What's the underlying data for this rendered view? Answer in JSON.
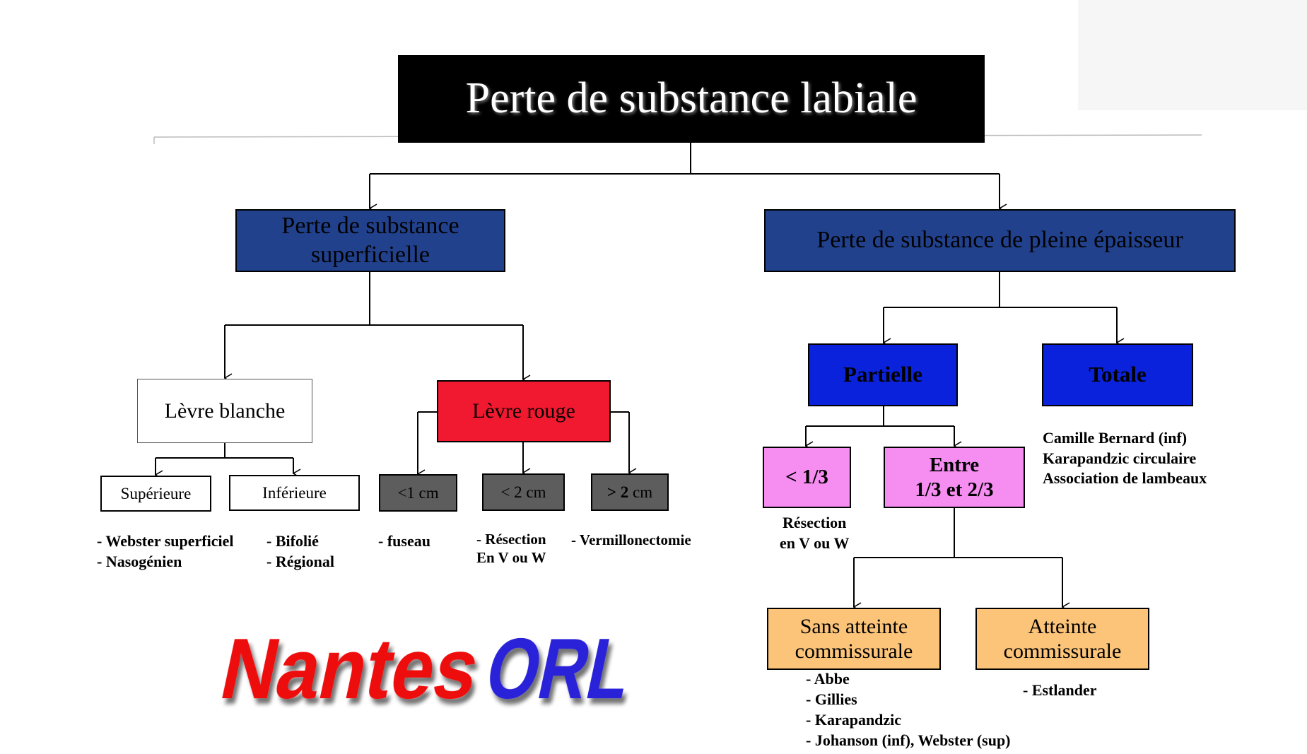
{
  "title": "Perte de substance labiale",
  "superficielle": {
    "line1": "Perte de substance",
    "line2": "superficielle"
  },
  "pleine": "Perte de substance de pleine épaisseur",
  "levre_blanche": "Lèvre blanche",
  "levre_rouge": "Lèvre rouge",
  "partielle": "Partielle",
  "totale": "Totale",
  "superieure": "Supérieure",
  "inferieure": "Inférieure",
  "lt1cm": "<1 cm",
  "lt2cm": "< 2 cm",
  "gt2cm": {
    "bold": "> 2",
    "rest": " cm"
  },
  "lt13": "< 1/3",
  "entre": {
    "line1": "Entre",
    "line2": "1/3 et 2/3"
  },
  "sans_atteinte": {
    "line1": "Sans atteinte",
    "line2": "commissurale"
  },
  "atteinte": {
    "line1": "Atteinte",
    "line2": "commissurale"
  },
  "superieure_items": [
    "- Webster superficiel",
    "- Nasogénien"
  ],
  "inferieure_items": [
    "- Bifolié",
    "- Régional"
  ],
  "lt1cm_items": [
    "- fuseau"
  ],
  "lt2cm_items": [
    "- Résection",
    "En V ou W"
  ],
  "gt2cm_items": [
    "- Vermillonectomie"
  ],
  "lt13_items": [
    "Résection",
    "en V ou W"
  ],
  "totale_items": [
    "Camille Bernard (inf)",
    "Karapandzic circulaire",
    "Association de lambeaux"
  ],
  "sans_items": [
    "- Abbe",
    "- Gillies",
    "- Karapandzic",
    "- Johanson (inf), Webster (sup)"
  ],
  "atteinte_items": [
    "- Estlander"
  ],
  "logo": {
    "part1": "Nantes",
    "part2": "ORL"
  },
  "colors": {
    "title_bg": "#000000",
    "dark_blue": "#21418d",
    "bright_blue": "#0a22dc",
    "red": "#f0192f",
    "gray": "#5d5d5d",
    "pink": "#f68df1",
    "orange": "#fbc479",
    "logo_red": "#ee1111",
    "logo_blue": "#2a20d8"
  }
}
